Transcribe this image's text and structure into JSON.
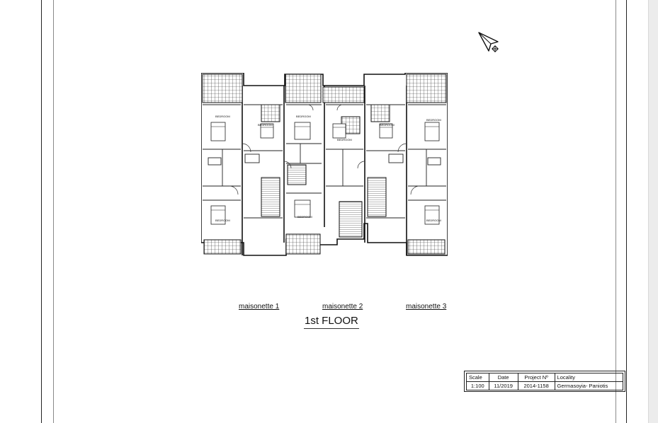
{
  "drawing": {
    "captions": [
      "maisonette 1",
      "maisonette 2",
      "maisonette 3"
    ],
    "floor_title": "1st FLOOR",
    "room_labels": [
      "BEDROOM",
      "BEDROOM",
      "BEDROOM",
      "BEDROOM",
      "BEDROOM",
      "BEDROOM",
      "BEDROOM",
      "BEDROOM",
      "BEDROOM"
    ]
  },
  "title_block": {
    "headers": {
      "scale": "Scale",
      "date": "Date",
      "project_no": "Project Nº",
      "locality": "Locality"
    },
    "values": {
      "scale": "1:100",
      "date": "11/2019",
      "project_no": "2014-1158",
      "locality": "Germasoyia- Paniotis"
    }
  },
  "icons": {
    "cursor": "arrow-pointer-icon"
  }
}
